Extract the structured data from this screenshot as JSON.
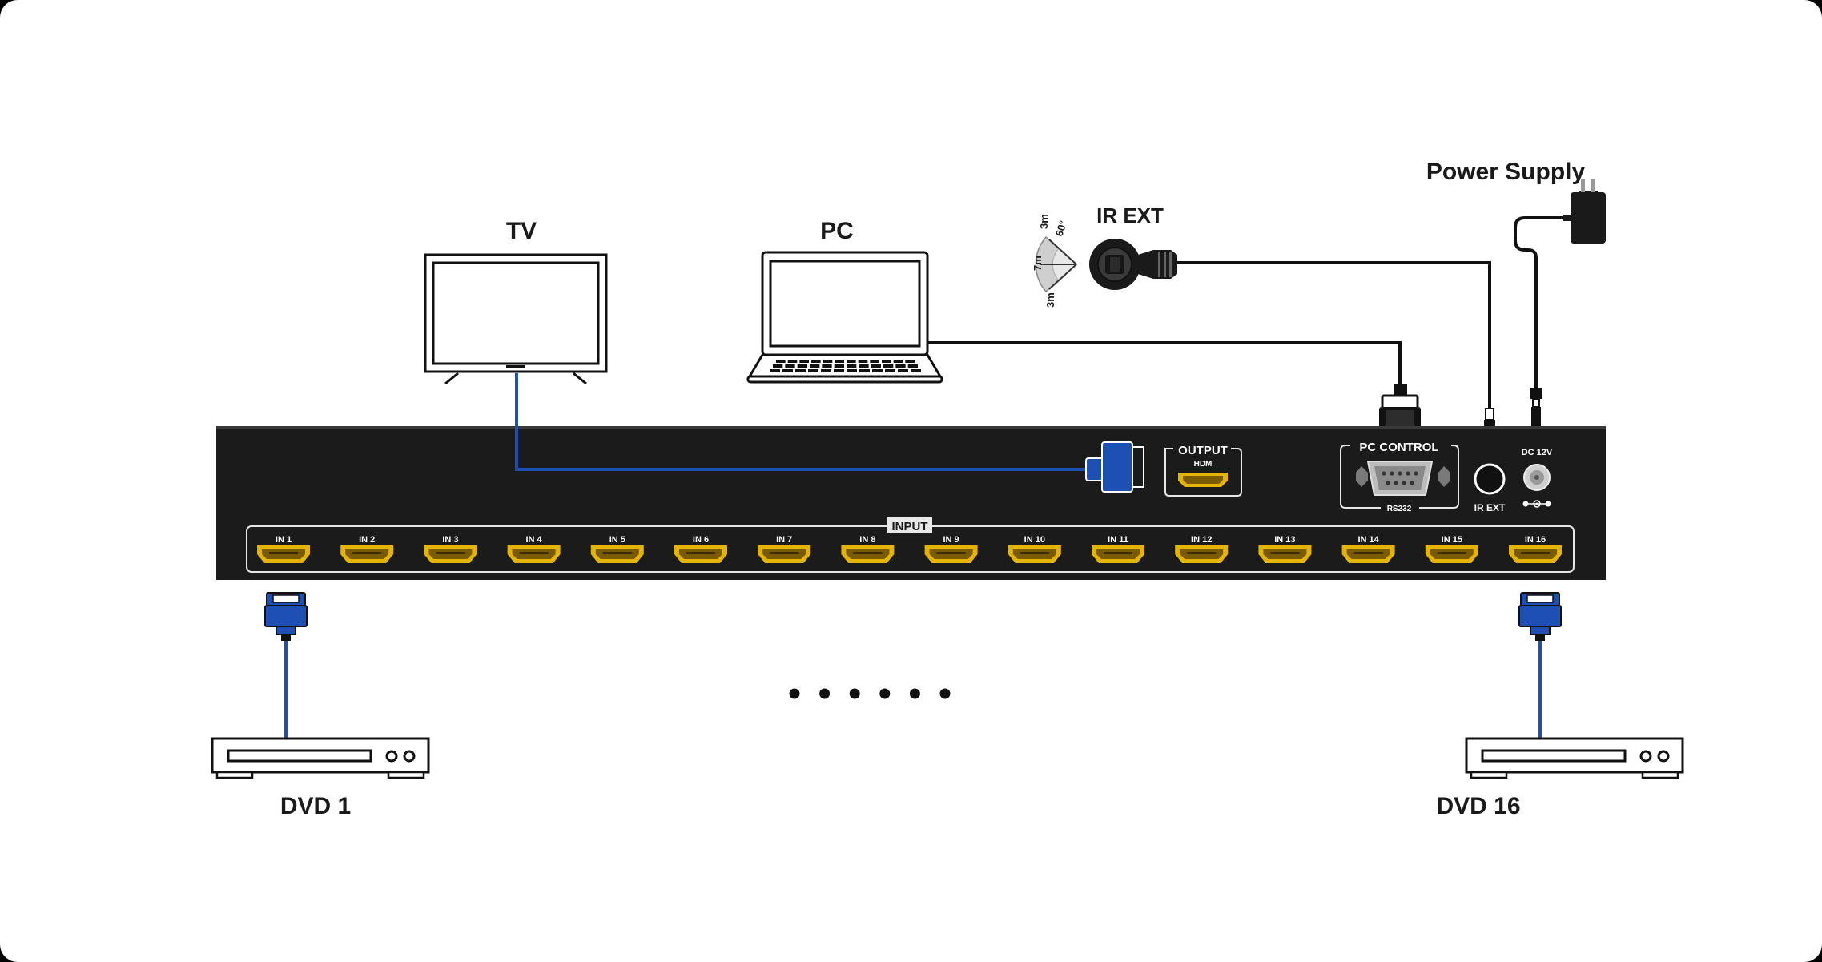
{
  "devices": {
    "tv": "TV",
    "pc": "PC",
    "ir_ext": "IR EXT",
    "power_supply": "Power Supply",
    "dvd_first": "DVD 1",
    "dvd_last": "DVD 16"
  },
  "ir_range": {
    "near_top": "3m",
    "angle": "60°",
    "far": "7m",
    "near_bottom": "3m"
  },
  "panel": {
    "output_label": "OUTPUT",
    "output_port": "HDM",
    "pc_control_label": "PC CONTROL",
    "rs232_label": "RS232",
    "ir_ext_port": "IR EXT",
    "dc_label": "DC 12V",
    "input_label": "INPUT",
    "inputs": [
      "IN 1",
      "IN 2",
      "IN 3",
      "IN 4",
      "IN 5",
      "IN 6",
      "IN 7",
      "IN 8",
      "IN 9",
      "IN 10",
      "IN 11",
      "IN 12",
      "IN 13",
      "IN 14",
      "IN 15",
      "IN 16"
    ]
  },
  "colors": {
    "panel": "#1b1b1b",
    "hdmi_cable": "#1e4fb3",
    "hdmi_port": "#e5b400",
    "wire": "#111111"
  },
  "ellipsis_dots": 6
}
